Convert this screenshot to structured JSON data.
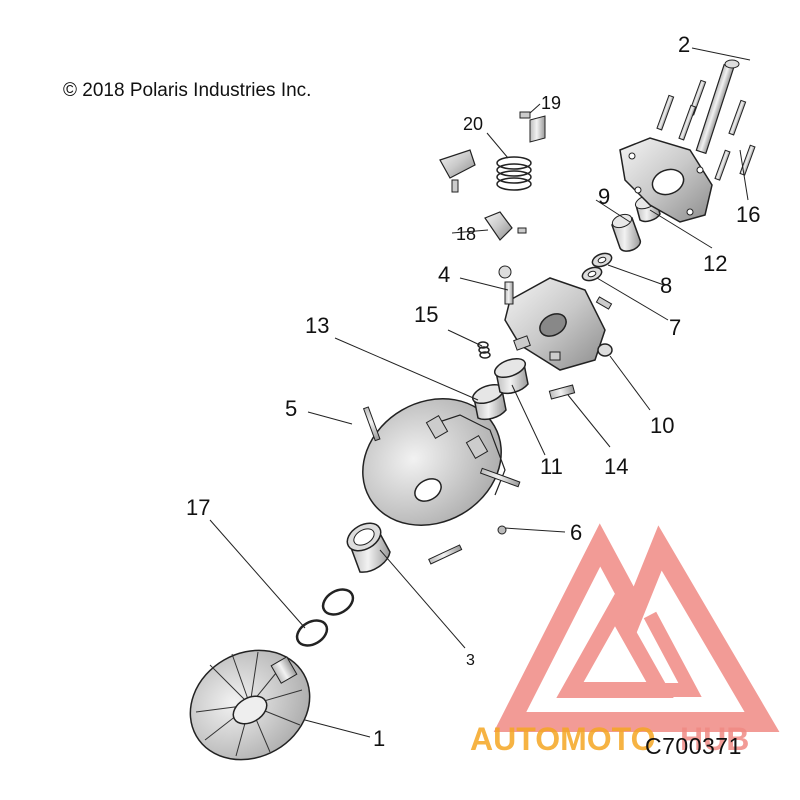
{
  "copyright": "© 2018 Polaris Industries Inc.",
  "diagram_code": "C700371",
  "watermark": {
    "text_a": "AUTOMOTO",
    "text_b": "HUB",
    "color_red": "#e8413a",
    "color_orange": "#f5a623"
  },
  "callouts": [
    {
      "id": "c1",
      "label": "1"
    },
    {
      "id": "c2",
      "label": "2"
    },
    {
      "id": "c3",
      "label": "3"
    },
    {
      "id": "c4",
      "label": "4"
    },
    {
      "id": "c5",
      "label": "5"
    },
    {
      "id": "c6",
      "label": "6"
    },
    {
      "id": "c7",
      "label": "7"
    },
    {
      "id": "c8",
      "label": "8"
    },
    {
      "id": "c9",
      "label": "9"
    },
    {
      "id": "c10",
      "label": "10"
    },
    {
      "id": "c11",
      "label": "11"
    },
    {
      "id": "c12",
      "label": "12"
    },
    {
      "id": "c13",
      "label": "13"
    },
    {
      "id": "c14",
      "label": "14"
    },
    {
      "id": "c15",
      "label": "15"
    },
    {
      "id": "c16",
      "label": "16"
    },
    {
      "id": "c17",
      "label": "17"
    },
    {
      "id": "c18",
      "label": "18"
    },
    {
      "id": "c19",
      "label": "19"
    },
    {
      "id": "c20",
      "label": "20"
    }
  ]
}
